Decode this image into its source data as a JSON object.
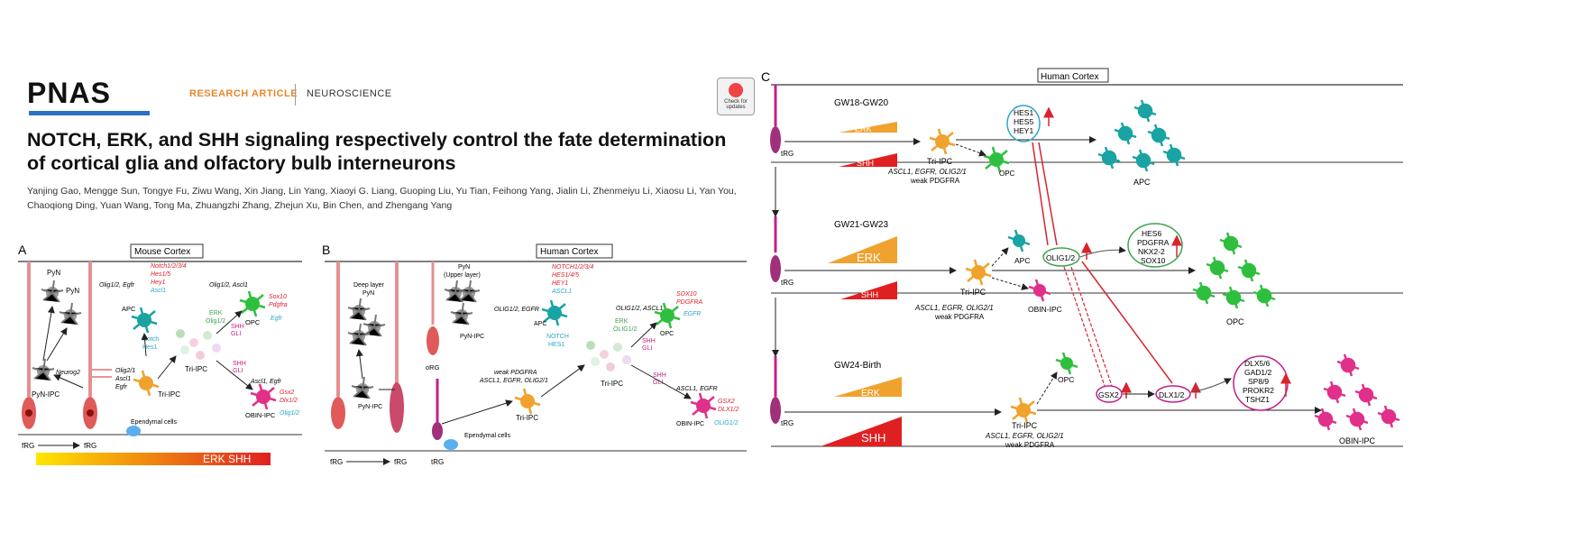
{
  "journal": {
    "logo": "PNAS",
    "article_type": "RESEARCH ARTICLE",
    "subject": "NEUROSCIENCE",
    "badge": "Check for updates"
  },
  "title": "NOTCH, ERK, and SHH signaling respectively control the fate determination of cortical glia and olfactory bulb interneurons",
  "authors": [
    "Yanjing Gao",
    "Mengge Sun",
    "Tongye Fu",
    "Ziwu Wang",
    "Xin Jiang",
    "Lin Yang",
    "Xiaoyi G. Liang",
    "Guoping Liu",
    "Yu Tian",
    "Feihong Yang",
    "Jialin Li",
    "Zhenmeiyu Li",
    "Xiaosu Li",
    "Yan You",
    "Chaoqiong Ding",
    "Yuan Wang",
    "Tong Ma",
    "Zhuangzhi Zhang",
    "Zhejun Xu",
    "Bin Chen",
    "and Zhengang Yang"
  ],
  "panelA": {
    "letter": "A",
    "title": "Mouse Cortex",
    "pyn": "PyN",
    "pyn_ipc": "PyN-IPC",
    "neurog2": "Neurog2",
    "apc": "APC",
    "apc_genes": "Olig1/2, Egfr",
    "apc_up": [
      "Notch1/2/3/4",
      "Hes1/5",
      "Hey1"
    ],
    "apc_down": "Ascl1",
    "notch": [
      "Notch",
      "Hes1"
    ],
    "tri_ipc": "Tri-IPC",
    "tri_genes": [
      "Olig2/1",
      "Ascl1",
      "Egfr"
    ],
    "erk": [
      "ERK",
      "Olig1/2"
    ],
    "shh1": [
      "SHH",
      "GLI"
    ],
    "shh2": [
      "SHH",
      "GLI"
    ],
    "opc": "OPC",
    "opc_genes": "Olig1/2, Ascl1",
    "opc_up": [
      "Sox10",
      "Pdgfra"
    ],
    "opc_down": "Egfr",
    "obin": "OBIN-IPC",
    "obin_genes": "Ascl1, Egfr",
    "obin_up": [
      "Gsx2",
      "Dlx1/2"
    ],
    "obin_down": "Olig1/2",
    "ependymal": "Ependymal cells",
    "frg1": "fRG",
    "frg2": "fRG",
    "gradient_label": "ERK SHH"
  },
  "panelB": {
    "letter": "B",
    "title": "Human Cortex",
    "deep_pyn": [
      "Deep layer",
      "PyN"
    ],
    "upper_pyn": [
      "PyN",
      "(Upper layer)"
    ],
    "pyn_ipc1": "PyN-IPC",
    "pyn_ipc2": "PyN-IPC",
    "apc_up": [
      "NOTCH1/2/3/4",
      "HES1/4/5",
      "HEY1"
    ],
    "apc_down": "ASCL1",
    "apc_genes": "OLIG1/2, EGFR",
    "apc": "APC",
    "notch": [
      "NOTCH",
      "HES1"
    ],
    "org": "oRG",
    "tri_ipc": "Tri-IPC",
    "tri_genes": [
      "weak PDGFRA",
      "ASCL1, EGFR, OLIG2/1"
    ],
    "erk": [
      "ERK",
      "OLIG1/2"
    ],
    "shh1": [
      "SHH",
      "GLI"
    ],
    "shh2": [
      "SHH",
      "GLI"
    ],
    "opc": "OPC",
    "opc_genes": "OLIG1/2, ASCL1",
    "opc_up": [
      "SOX10",
      "PDGFRA"
    ],
    "opc_down": "EGFR",
    "obin": "OBIN-IPC",
    "obin_genes": "ASCL1, EGFR",
    "obin_up": [
      "GSX2",
      "DLX1/2"
    ],
    "obin_down": "OLIG1/2",
    "ependymal": "Ependymal cells",
    "frg1": "fRG",
    "frg2": "fRG",
    "trg": "tRG"
  },
  "panelC": {
    "letter": "C",
    "title": "Human Cortex",
    "stage1": "GW18-GW20",
    "stage2": "GW21-GW23",
    "stage3": "GW24-Birth",
    "erk": "ERK",
    "shh": "SHH",
    "tri_ipc": "Tri-IPC",
    "tri_genes": [
      "ASCL1, EGFR, OLIG2/1",
      "weak PDGFRA"
    ],
    "trg": "tRG",
    "opc": "OPC",
    "apc": "APC",
    "obin_ipc": "OBIN-IPC",
    "hes_box": [
      "HES1",
      "HES5",
      "HEY1"
    ],
    "olig": "OLIG1/2",
    "opc_box": [
      "HES6",
      "PDGFRA",
      "NKX2-2",
      "SOX10"
    ],
    "gsx2": "GSX2",
    "dlx12": "DLX1/2",
    "obin_box": [
      "DLX5/6",
      "GAD1/2",
      "SP8/9",
      "PROKR2",
      "TSHZ1"
    ]
  },
  "colors": {
    "red": "#d9242e",
    "cyan": "#2aa6c9",
    "green": "#3fa34d",
    "magenta": "#c2208a",
    "orange": "#f0a22e",
    "rg": "#c94a6a"
  }
}
